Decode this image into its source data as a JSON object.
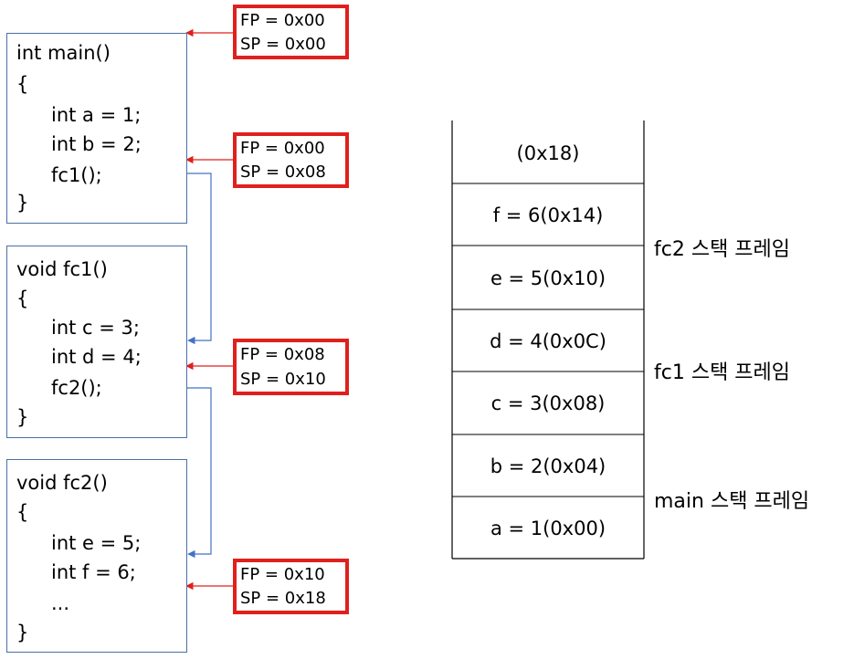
{
  "functions": {
    "main": {
      "lines": [
        "int main()",
        "{",
        "int a = 1;",
        "int b = 2;",
        "fc1();",
        "}"
      ]
    },
    "fc1": {
      "lines": [
        "void fc1()",
        "{",
        "int c = 3;",
        "int d = 4;",
        "fc2();",
        "}"
      ]
    },
    "fc2": {
      "lines": [
        "void fc2()",
        "{",
        "int e = 5;",
        "int f = 6;",
        "...",
        "}"
      ]
    }
  },
  "registers": [
    {
      "fp": "FP = 0x00",
      "sp": "SP = 0x00"
    },
    {
      "fp": "FP = 0x00",
      "sp": "SP = 0x08"
    },
    {
      "fp": "FP = 0x08",
      "sp": "SP = 0x10"
    },
    {
      "fp": "FP = 0x10",
      "sp": "SP = 0x18"
    }
  ],
  "stack": {
    "cells": [
      "(0x18)",
      "f = 6(0x14)",
      "e = 5(0x10)",
      "d = 4(0x0C)",
      "c = 3(0x08)",
      "b = 2(0x04)",
      "a = 1(0x00)"
    ],
    "frames": [
      "fc2 스택 프레임",
      "fc1 스택 프레임",
      "main 스택 프레임"
    ]
  },
  "colors": {
    "code_border": "#4a6fa5",
    "call_arrow": "#4472c4",
    "register_border": "#e0201c",
    "register_arrow": "#e0201c"
  }
}
